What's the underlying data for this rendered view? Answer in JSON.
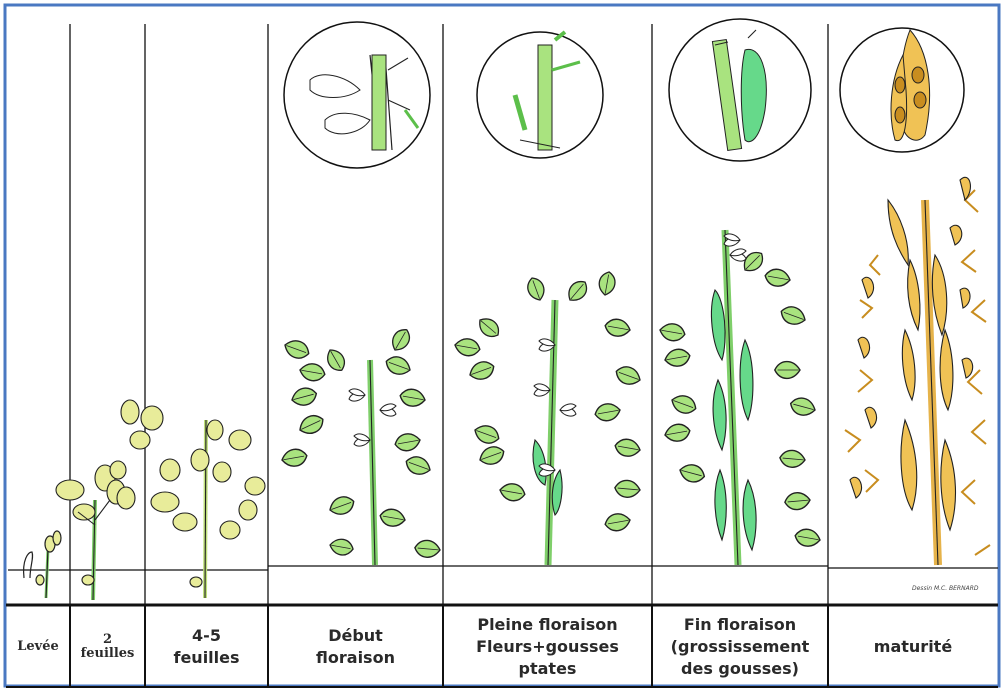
{
  "stages": [
    {
      "id": "levee",
      "label_lines": [
        "Levée"
      ]
    },
    {
      "id": "2-feuilles",
      "label_lines": [
        "2",
        "feuilles"
      ]
    },
    {
      "id": "4-5-feuilles",
      "label_lines": [
        "4-5",
        "feuilles"
      ]
    },
    {
      "id": "debut-floraison",
      "label_lines": [
        "Début",
        "floraison"
      ]
    },
    {
      "id": "pleine-floraison",
      "label_lines": [
        "Pleine floraison",
        "Fleurs+gousses",
        "ptates"
      ]
    },
    {
      "id": "fin-floraison",
      "label_lines": [
        "Fin floraison",
        "(grossissement",
        "des gousses)"
      ]
    },
    {
      "id": "maturite",
      "label_lines": [
        "maturité"
      ]
    }
  ],
  "credit": "Dessin M.C. BERNARD",
  "colors": {
    "frame": "#4a78c2",
    "line": "#111111",
    "leaf_young": "#e8ec9a",
    "leaf_green": "#a9e37f",
    "stem_green": "#7fcf6a",
    "pod_green": "#66d98a",
    "mature": "#f0c255",
    "mature_dark": "#c88d1f",
    "flower": "#ffffff"
  }
}
